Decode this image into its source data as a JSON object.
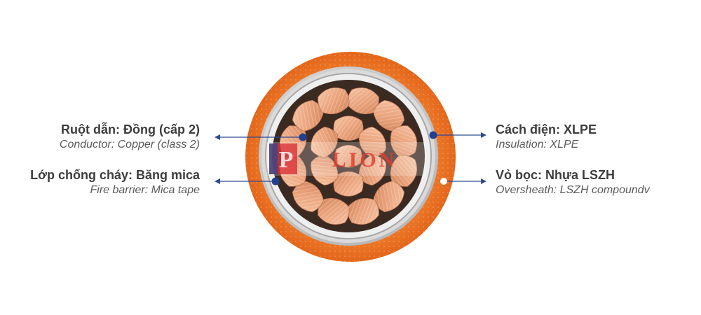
{
  "labels": {
    "conductor": {
      "primary": "Ruột dẫn: Đồng (cấp 2)",
      "secondary": "Conductor: Copper (class 2)"
    },
    "fire_barrier": {
      "primary": "Lớp chống cháy: Băng mica",
      "secondary": "Fire barrier: Mica tape"
    },
    "insulation": {
      "primary": "Cách điện: XLPE",
      "secondary": "Insulation: XLPE"
    },
    "oversheath": {
      "primary": "Vỏ bọc: Nhựa LSZH",
      "secondary": "Oversheath: LSZH compoundv"
    }
  },
  "watermark": {
    "text": "LION"
  },
  "colors": {
    "sheath": "#ed7422",
    "copper": "#e8a27a",
    "pointer_line": "#2e4a8f",
    "pointer_dot": "#233f90",
    "label_text": "#3d3d3d"
  }
}
